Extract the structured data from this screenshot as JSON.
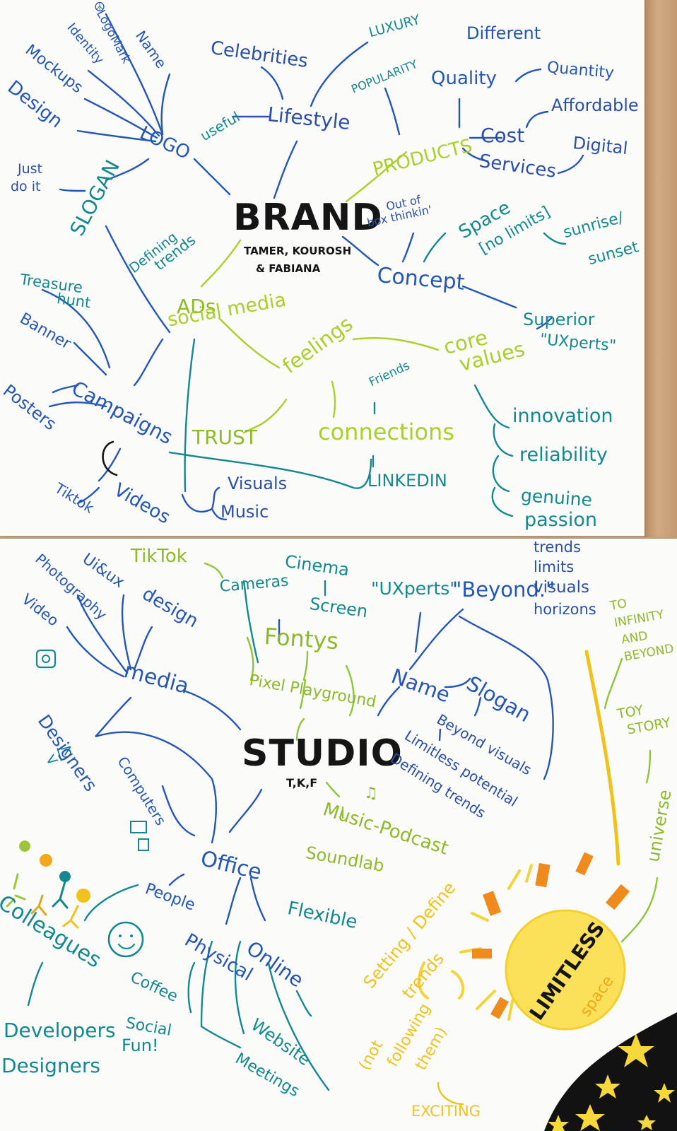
{
  "brand": {
    "title": "BRAND",
    "authors_line1": "TAMER, KOUROSH",
    "authors_line2": "& FABIANA",
    "logo": "LOGO",
    "logo_items": [
      "LogoMark",
      "Name",
      "Identity",
      "Mockups",
      "Design"
    ],
    "useful": "useful",
    "slogan": "SLOGAN",
    "just_do_it": [
      "Just",
      "do it"
    ],
    "lifestyle": "Lifestyle",
    "celebrities": "Celebrities",
    "luxury": "LUXURY",
    "popularity": "POPULARITY",
    "products": "PRODUCTS",
    "quality": "Quality",
    "different": "Different",
    "quantity": "Quantity",
    "cost": "Cost",
    "affordable": "Affordable",
    "services": "Services",
    "digital": "Digital",
    "out_of_box": [
      "Out of",
      "box thinkin'"
    ],
    "space": "Space",
    "no_limits": "[no limits]",
    "sunrise": [
      "sunrise/",
      "sunset"
    ],
    "concept": "Concept",
    "superior": [
      "Superior",
      "\"UXperts\""
    ],
    "defining_trends": [
      "Defining",
      "trends"
    ],
    "ads": "ADs",
    "social_media": "social media",
    "treasure_hunt": [
      "Treasure",
      "hunt"
    ],
    "banner": "Banner",
    "posters": "Posters",
    "campaigns": "Campaigns",
    "tiktok": "Tiktok",
    "videos": "Videos",
    "visuals": "Visuals",
    "music": "Music",
    "feelings": "feelings",
    "trust": "TRUST",
    "connections": "connections",
    "friends": "Friends",
    "linkedin": "LINKEDIN",
    "core_values": [
      "core",
      "values"
    ],
    "values_list": [
      "innovation",
      "reliability",
      "genuine",
      "passion"
    ]
  },
  "studio": {
    "title": "STUDIO",
    "initials": "T,K,F",
    "tiktok": "TikTok",
    "cameras": "Cameras",
    "cinema": "Cinema",
    "screen": "Screen",
    "fontys": "Fontys",
    "pixel_playground": "Pixel Playground",
    "uxperts": "\"UXperts\"",
    "beyond": "\"Beyond.\"",
    "beyond_list": [
      "trends",
      "limits",
      "visuals",
      "horizons"
    ],
    "to_infinity": [
      "TO",
      "INFINITY",
      "AND",
      "BEYOND"
    ],
    "toy_story": [
      "TOY",
      "STORY"
    ],
    "universe": "universe",
    "photography": "Photography",
    "uiux": "Ui&ux",
    "design": "design",
    "video": "Video",
    "media": "media",
    "name": "Name",
    "slogan": "Slogan",
    "beyond_visuals": "Beyond visuals",
    "limitless_potential": "Limitless potential",
    "defining_trends": "Defining trends",
    "designers": "Designers",
    "computers": "Computers",
    "music_podcast": "Music-Podcast",
    "soundlab": "Soundlab",
    "office": "Office",
    "people": "People",
    "flexible": "Flexible",
    "colleagues": "Colleagues",
    "physical": "Physical",
    "online": "Online",
    "coffee": "Coffee",
    "social_fun": [
      "Social",
      "Fun!"
    ],
    "website": "Website",
    "meetings": "Meetings",
    "developers": "Developers",
    "designers_bottom": "Designers",
    "setting_define": [
      "Setting / Define",
      "trends"
    ],
    "not_following": [
      "(not",
      "following",
      "them)"
    ],
    "exciting": "EXCITING",
    "limitless": "LIMITLESS",
    "space": "space"
  },
  "colors": {
    "paper": "#fbfbf9",
    "blue": "#2456b8",
    "teal": "#13888f",
    "green": "#8ec43a",
    "yellow": "#f1c21b",
    "orange": "#f08a1c",
    "black": "#151515"
  }
}
